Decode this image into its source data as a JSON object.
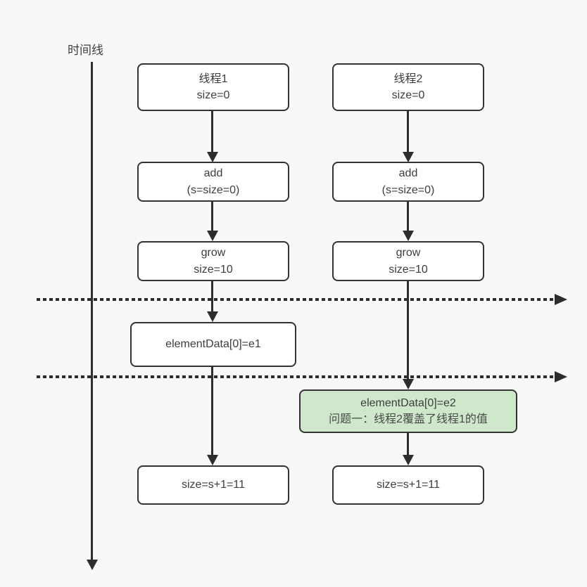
{
  "page": {
    "background": "#f8f8f8"
  },
  "timeline": {
    "label": "时间线"
  },
  "colors": {
    "node_border": "#333333",
    "node_fill": "#ffffff",
    "highlight_fill": "#cfe8cc",
    "text": "#3d3d3d",
    "arrow_line": "#2d2d2d"
  },
  "thread1": {
    "start": {
      "line1": "线程1",
      "line2": "size=0"
    },
    "add": {
      "line1": "add",
      "line2": "(s=size=0)"
    },
    "grow": {
      "line1": "grow",
      "line2": "size=10"
    },
    "write": {
      "line1": "elementData[0]=e1"
    },
    "result": {
      "line1": "size=s+1=11"
    }
  },
  "thread2": {
    "start": {
      "line1": "线程2",
      "line2": "size=0"
    },
    "add": {
      "line1": "add",
      "line2": "(s=size=0)"
    },
    "grow": {
      "line1": "grow",
      "line2": "size=10"
    },
    "write": {
      "line1": "elementData[0]=e2",
      "line2": "问题一：线程2覆盖了线程1的值"
    },
    "result": {
      "line1": "size=s+1=11"
    }
  }
}
